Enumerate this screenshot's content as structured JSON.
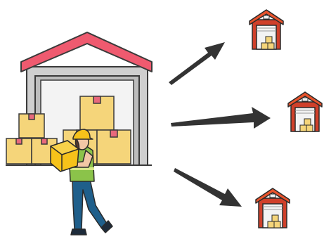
{
  "scene": {
    "description_free": true,
    "main_warehouse": {
      "roof_color": "#ef5a6f",
      "wall_color": "#c9c9c9",
      "door_color": "#f2f2f2",
      "box_color": "#f5d57a",
      "box_tape_color": "#e8697c"
    },
    "worker": {
      "helmet_color": "#f6c21a",
      "vest_color": "#8bc34a",
      "pants_color": "#1f5f8b",
      "skin_color": "#f2c7a5"
    },
    "arrows": [
      {
        "direction": "up-right"
      },
      {
        "direction": "right"
      },
      {
        "direction": "down-right"
      }
    ],
    "destination_warehouses": [
      {
        "roof_color": "#e8532c",
        "body_color": "#d0402a"
      },
      {
        "roof_color": "#e8532c",
        "body_color": "#d0402a"
      },
      {
        "roof_color": "#e8532c",
        "body_color": "#d0402a"
      }
    ]
  }
}
